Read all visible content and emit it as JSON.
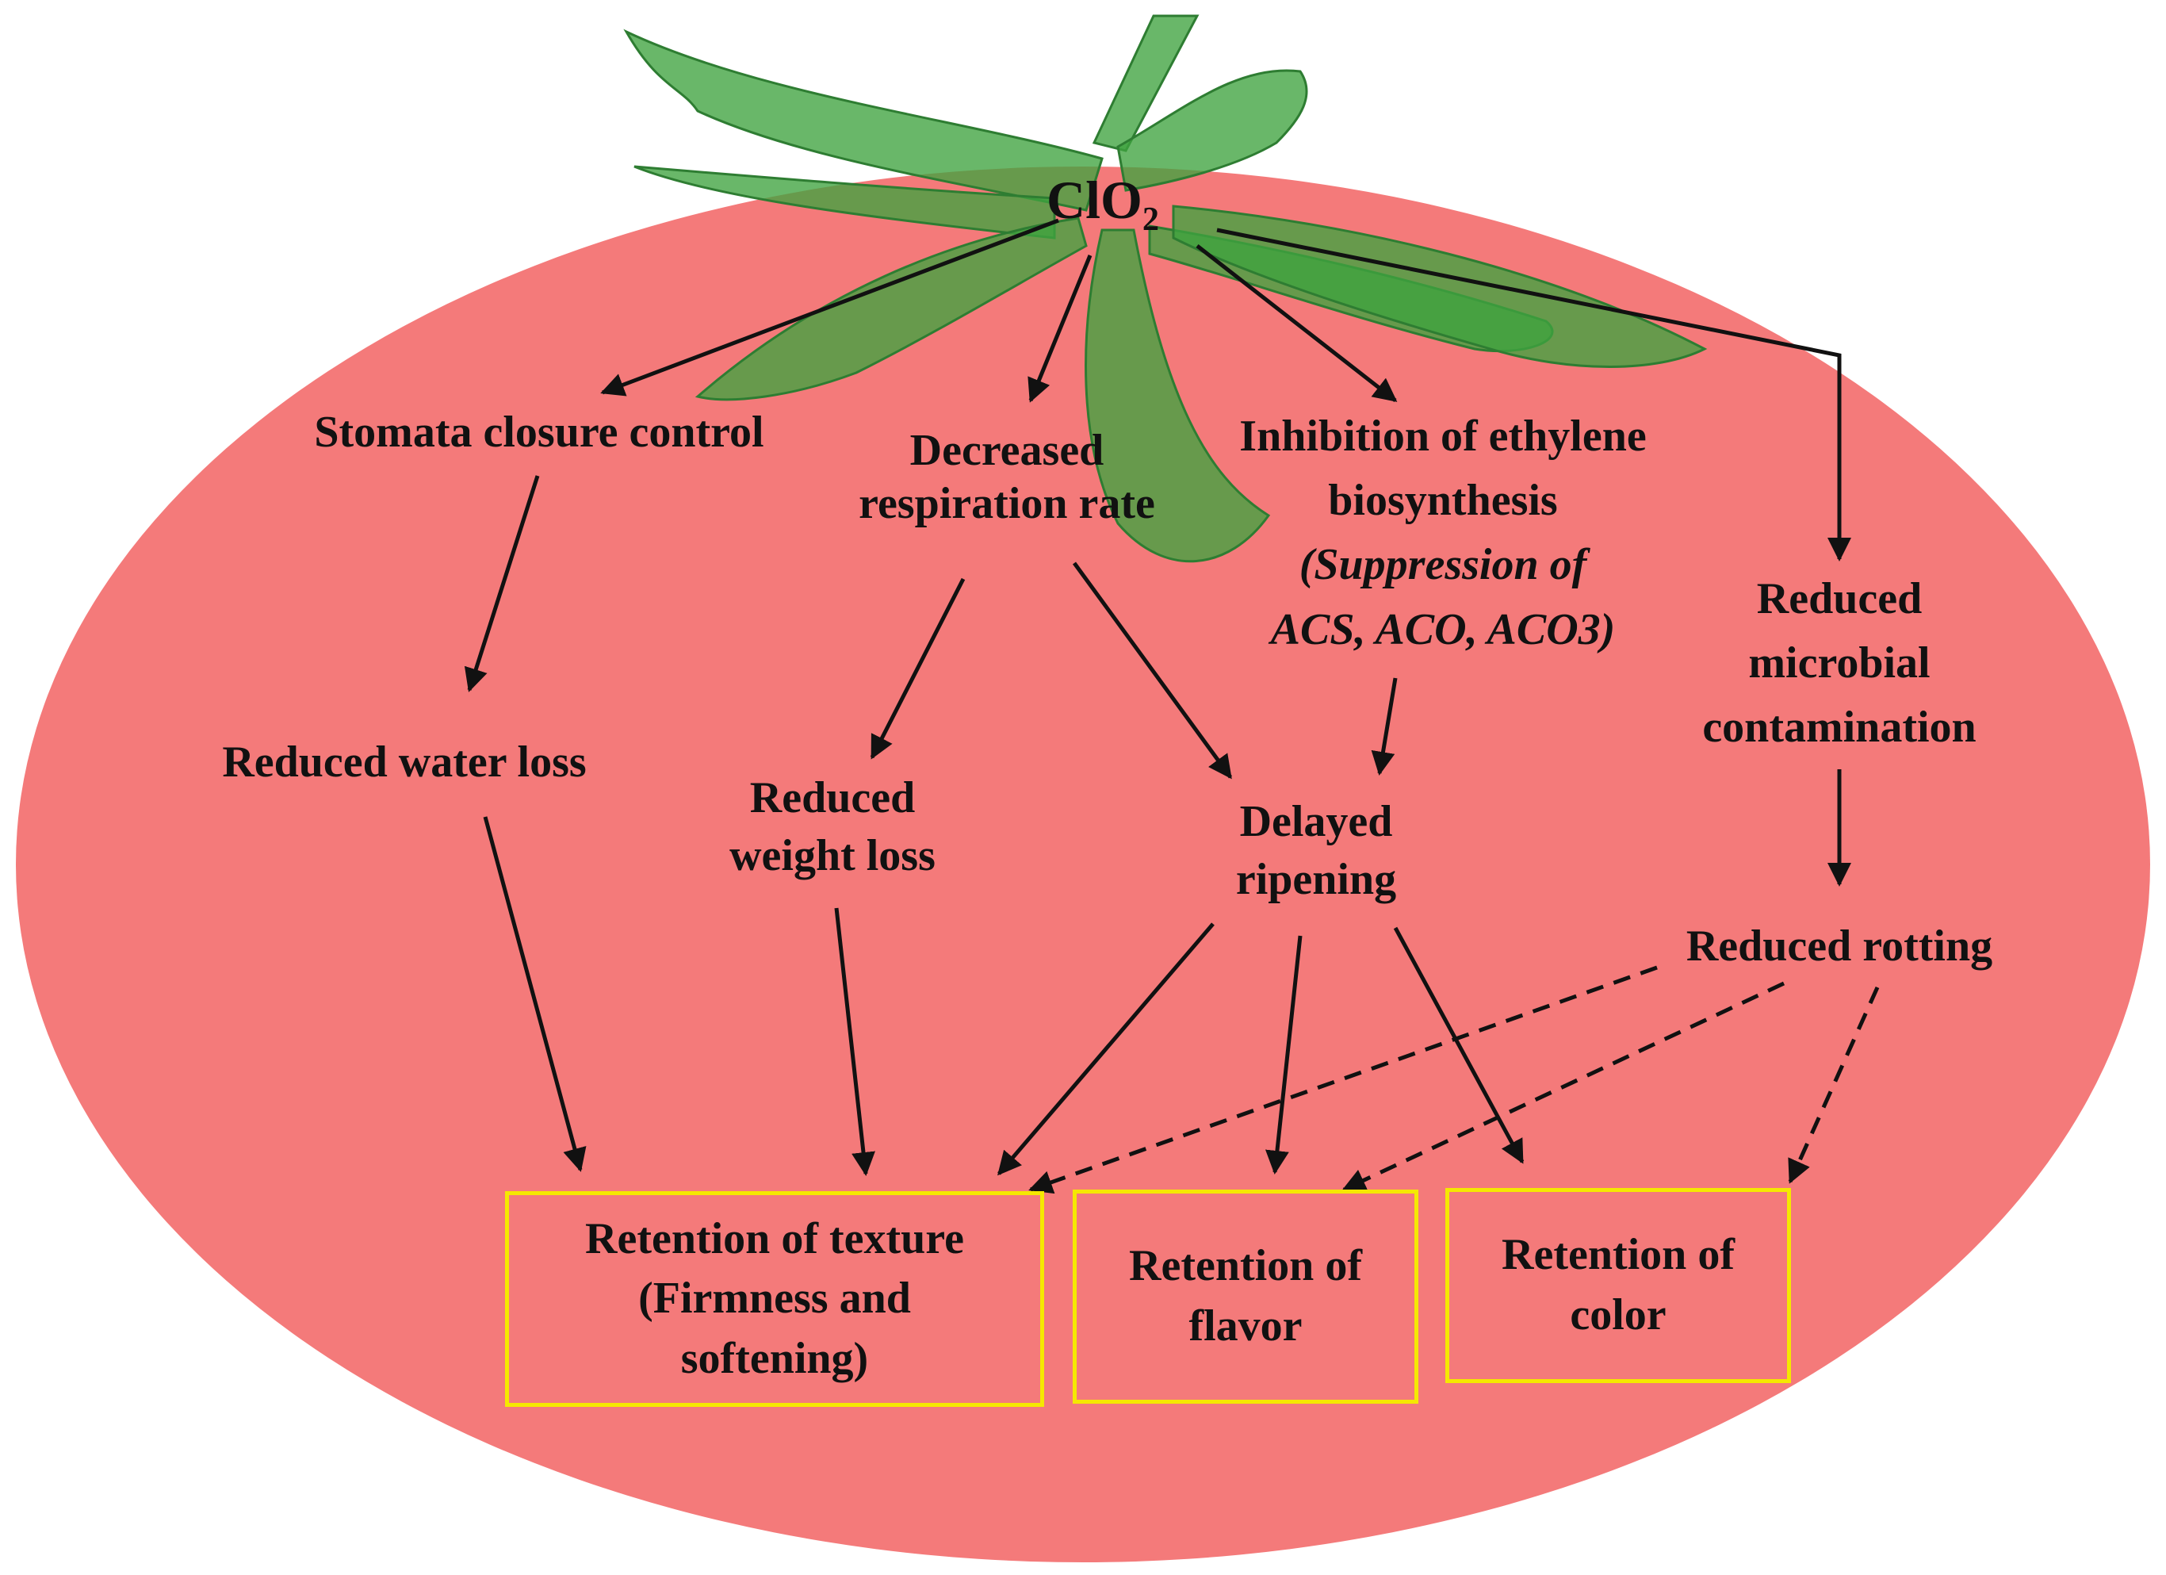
{
  "diagram": {
    "root": {
      "prefix": "ClO",
      "subscript": "2"
    },
    "nodes": {
      "stomata": {
        "line1": "Stomata closure control"
      },
      "respiration": {
        "line1": "Decreased",
        "line2": "respiration rate"
      },
      "ethylene": {
        "line1": "Inhibition of ethylene",
        "line2": "biosynthesis",
        "line3": "(Suppression of",
        "line4": "ACS, ACO, ACO3)"
      },
      "microbial": {
        "line1": "Reduced",
        "line2": "microbial",
        "line3": "contamination"
      },
      "water": {
        "line1": "Reduced water loss"
      },
      "weight": {
        "line1": "Reduced",
        "line2": "weight loss"
      },
      "ripening": {
        "line1": "Delayed",
        "line2": "ripening"
      },
      "rotting": {
        "line1": "Reduced rotting"
      },
      "texture": {
        "line1": "Retention of texture",
        "line2": "(Firmness and",
        "line3": "softening)"
      },
      "flavor": {
        "line1": "Retention of",
        "line2": "flavor"
      },
      "color": {
        "line1": "Retention of",
        "line2": "color"
      }
    },
    "colors": {
      "fruit": "#f47a7a",
      "leaf": "#2f9a34",
      "box_border": "#f5e800",
      "arrow": "#111111"
    }
  }
}
